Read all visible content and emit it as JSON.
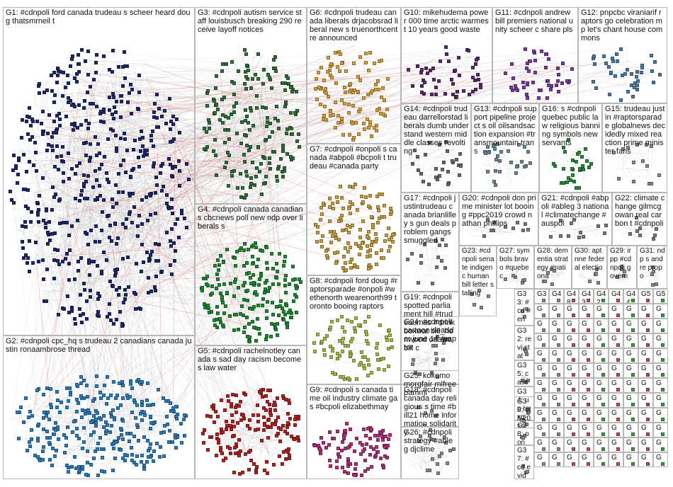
{
  "colors": {
    "border": "#b7b7b7",
    "edge": "#9a9a9a",
    "cross_edge": "#d64040"
  },
  "groups": [
    {
      "id": "G1",
      "label": "G1: #cdnpoli ford canada trudeau s scheer heard doug thatsmrneil t",
      "color": "#1c2a6b",
      "nodes": 520
    },
    {
      "id": "G2",
      "label": "G2: #cdnpoli cpc_hq s trudeau 2 canadians canada justin ronaambrose thread",
      "color": "#2a7fc1",
      "nodes": 300
    },
    {
      "id": "G3",
      "label": "G3: #cdnpoli autism service staff louisbusch breaking 290 receive layoff notices",
      "color": "#2e6f3a",
      "nodes": 190
    },
    {
      "id": "G4",
      "label": "G4: #cdnpoli canada canadians cbcnews poll new ndp over liberals s",
      "color": "#1e8a33",
      "nodes": 200
    },
    {
      "id": "G5",
      "label": "G5: #cdnpoli rachelnotley canada s sad day racism becomes law water",
      "color": "#b22222",
      "nodes": 170
    },
    {
      "id": "G6",
      "label": "G6: #cdnpoli trudeau canada liberals drjacobsrad liberal new s truenorthcentre announced",
      "color": "#d9a13a",
      "nodes": 110
    },
    {
      "id": "G7",
      "label": "G7: #cdnpoli #onpoli s canada #abpoli #bcpoli t trudeau #canada party",
      "color": "#c8a040",
      "nodes": 140
    },
    {
      "id": "G8",
      "label": "G8: #cdnpoli ford doug #raptorsparade #onpoli #wethenorth wearenorth99 toronto booing raptors",
      "color": "#a8b84a",
      "nodes": 90
    },
    {
      "id": "G9",
      "label": "G9: #cdnpoli s canada time oil industry climate gas #bcpoli elizabethmay",
      "color": "#b0307a",
      "nodes": 100
    },
    {
      "id": "G10",
      "label": "G10: mikehudema power 000 time arctic warmest 10 years good waste",
      "color": "#5a2a6a",
      "nodes": 50
    },
    {
      "id": "G11",
      "label": "G11: #cdnpoli andrew bill premiers national unity scheer c share pls",
      "color": "#7a3aa0",
      "nodes": 50
    },
    {
      "id": "G12",
      "label": "G12: pnpcbc viraniarif raptors go celebration mp let's chant house commons",
      "color": "#4a7aa8",
      "nodes": 40
    },
    {
      "id": "G13",
      "label": "G13: #cdnpoli support pipeline project s oil oilsandsaction expansion #transmountain trans",
      "color": "#6a8a9a",
      "nodes": 30
    },
    {
      "id": "G14",
      "label": "G14: #cdnpoli trudeau darrellorstad liberals dumb understand western middle classes revolting",
      "color": "#6a6a6a",
      "nodes": 30
    },
    {
      "id": "G15",
      "label": "G15: trudeau justin #raptorsparade globalnews decidedly mixed reaction prime minister fans",
      "color": "#8a8a8a",
      "nodes": 15
    },
    {
      "id": "G16",
      "label": "G16: s #cdnpoli quebec public law religious banning symbols new servants",
      "color": "#2a8a3a",
      "nodes": 30
    },
    {
      "id": "G17",
      "label": "G17: #cdnpoli justintrudeau canada brianlilley s gun deals problem gangs smuggled",
      "color": "#7a7a7a",
      "nodes": 15
    },
    {
      "id": "G18",
      "label": "G18: #cdnpoli canada day religious s time #bill21 home information solidarity",
      "color": "#8a8a8a",
      "nodes": 15
    },
    {
      "id": "G19",
      "label": "G19: #cdnpoli spotted parliament hill #trudeaumas #drinkboxwat bill_henwood ottawa bill c",
      "color": "#8a8a8a",
      "nodes": 10
    },
    {
      "id": "G20",
      "label": "G20: #cdnpoli don prime minister lot booing #ppc2019 crowd nathan phillips",
      "color": "#7a7a7a",
      "nodes": 12
    },
    {
      "id": "G21",
      "label": "G21: #cdnpoli #abpoli #ableg 3 national #climatechange #auspol",
      "color": "#7a7a7a",
      "nodes": 12
    },
    {
      "id": "G22",
      "label": "G22: climate change gilmcgowan real carbon t #cdnpoli",
      "color": "#7a7a7a",
      "nodes": 8
    },
    {
      "id": "G23",
      "label": "G23: #cdnpoli senate indigen c human bill letter stalling",
      "color": "#8a8a8a",
      "nodes": 6
    },
    {
      "id": "G24",
      "label": "G24: #cdnpoli cartoon deadder june 14 #raptor",
      "color": "#8a8a8a",
      "nodes": 6
    },
    {
      "id": "G25",
      "label": "G25: kokomo morgfair mlfree pammi",
      "color": "#8a8a8a",
      "nodes": 4
    },
    {
      "id": "G26",
      "label": "G26: #cdnpoli strategy #ableg djclime",
      "color": "#8a8a8a",
      "nodes": 4
    },
    {
      "id": "G27",
      "label": "G27: symbols bravo #quebec",
      "color": "#8a8a8a",
      "nodes": 6
    },
    {
      "id": "G28",
      "label": "G28: dementia strategy #nationa",
      "color": "#8a8a8a",
      "nodes": 6
    },
    {
      "id": "G29",
      "label": "G29: irpp #cdnpoli govern",
      "color": "#8a8a8a",
      "nodes": 5
    },
    {
      "id": "G30",
      "label": "G30: aptnne federal electio",
      "color": "#8a8a8a",
      "nodes": 5
    },
    {
      "id": "G31",
      "label": "G31: ndp s andre propo",
      "color": "#8a8a8a",
      "nodes": 5
    },
    {
      "id": "G32",
      "label": "G32: revi stat",
      "color": "#8a8a8a",
      "nodes": 3
    },
    {
      "id": "G33",
      "label": "G33: #cd #en",
      "color": "#8a8a8a",
      "nodes": 3
    },
    {
      "id": "G34",
      "label": "G34: up rexg",
      "color": "#8a8a8a",
      "nodes": 3
    },
    {
      "id": "G35",
      "label": "G35: cases agai",
      "color": "#8a8a8a",
      "nodes": 3
    },
    {
      "id": "G36",
      "label": "G36: offi 2019",
      "color": "#8a8a8a",
      "nodes": 3
    },
    {
      "id": "G37",
      "label": "G37: #cd evid",
      "color": "#8a8a8a",
      "nodes": 3
    },
    {
      "id": "G38",
      "label": "G38: oon",
      "color": "#8a8a8a",
      "nodes": 3
    }
  ],
  "small_groups": [
    {
      "label": "G3",
      "color": "#8a8a8a"
    },
    {
      "label": "G4",
      "color": "#8a8a8a"
    },
    {
      "label": "G48",
      "color": "#c05050"
    },
    {
      "label": "G43",
      "color": "#c05050"
    },
    {
      "label": "G42",
      "color": "#3aa03a"
    },
    {
      "label": "G4",
      "color": "#c05050"
    },
    {
      "label": "G44",
      "color": "#3aa03a"
    },
    {
      "label": "G5",
      "color": "#a05080"
    },
    {
      "label": "G5",
      "color": "#3aa03a"
    }
  ]
}
